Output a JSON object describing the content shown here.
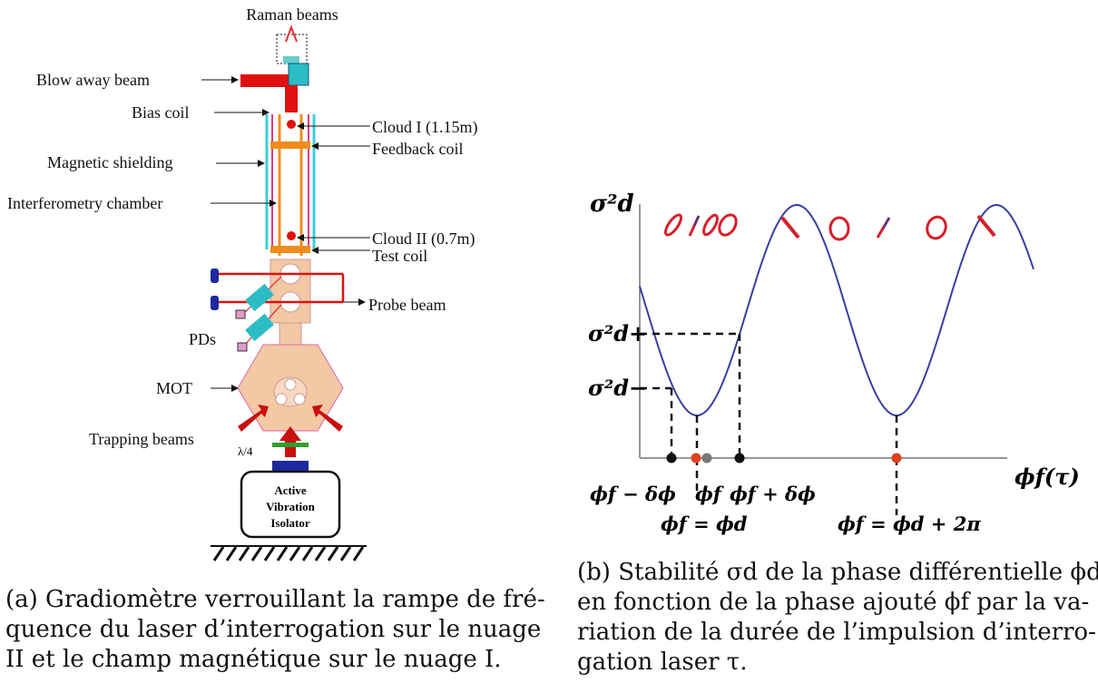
{
  "figure_a": {
    "labels": {
      "raman": "Raman beams",
      "blow_away": "Blow away beam",
      "bias_coil": "Bias coil",
      "shielding": "Magnetic shielding",
      "chamber": "Interferometry chamber",
      "cloud1": "Cloud I (1.15m)",
      "feedback": "Feedback coil",
      "cloud2": "Cloud II (0.7m)",
      "test_coil": "Test coil",
      "probe": "Probe beam",
      "pds": "PDs",
      "mot": "MOT",
      "trapping": "Trapping beams",
      "lambda4": "λ/4",
      "avi_line1": "Active",
      "avi_line2": "Vibration",
      "avi_line3": "Isolator"
    },
    "caption": [
      "(a) Gradiomètre verrouillant la rampe de fré-",
      "quence du laser d’interrogation sur le nuage",
      "II et le champ magnétique sur le nuage I."
    ]
  },
  "figure_b": {
    "labels": {
      "ylabel": "σ²d",
      "sigma_plus": "σ²d+",
      "sigma_minus": "σ²d−",
      "xlabel": "ϕf(τ)",
      "phi_minus": "ϕf − δϕ",
      "phi_f": "ϕf",
      "phi_plus": "ϕf + δϕ",
      "phi_eq": "ϕf = ϕd",
      "phi_eq_2pi": "ϕf = ϕd + 2π"
    },
    "caption": [
      "(b) Stabilité σd de la phase différentielle ϕd",
      "en fonction de la phase ajouté ϕf par la va-",
      "riation de la durée de l’impulsion d’interro-",
      "gation laser τ."
    ],
    "colors": {
      "curve": "#3b3f9e",
      "ellipse": "#d61f2a",
      "dot_red": "#e0401f",
      "dot_gray": "#777777"
    }
  }
}
